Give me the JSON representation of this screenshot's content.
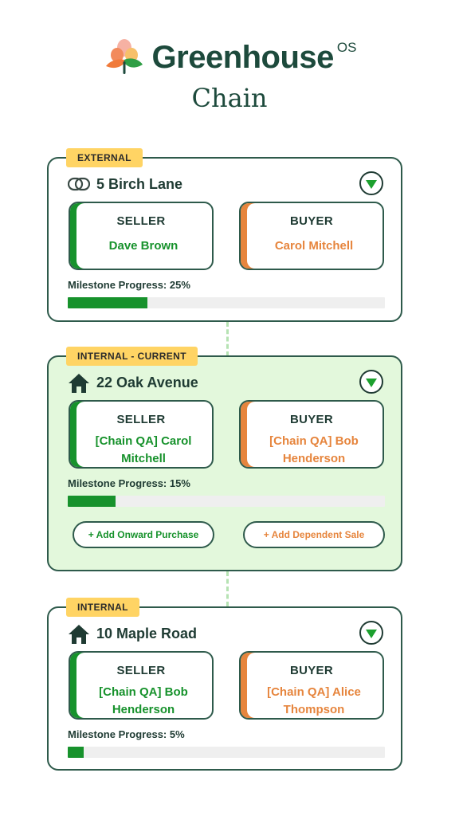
{
  "brand": {
    "name": "Greenhouse",
    "suffix": "OS",
    "logo_icon": "leaf-flower-logo"
  },
  "page": {
    "title": "Chain"
  },
  "colors": {
    "seller_accent": "#17922c",
    "buyer_accent": "#e6853d",
    "tag_bg": "#ffd464",
    "current_bg": "#e3f8dc",
    "progress_fill": "#17922c"
  },
  "chain": [
    {
      "tag": "EXTERNAL",
      "address": "5 Birch Lane",
      "icon": "link-icon",
      "seller_label": "SELLER",
      "seller_name": "Dave Brown",
      "buyer_label": "BUYER",
      "buyer_name": "Carol Mitchell",
      "progress_label": "Milestone Progress: 25%",
      "progress": 0.25
    },
    {
      "tag": "INTERNAL - CURRENT",
      "address": "22 Oak Avenue",
      "icon": "house-icon",
      "seller_label": "SELLER",
      "seller_name": "[Chain QA] Carol Mitchell",
      "buyer_label": "BUYER",
      "buyer_name": "[Chain QA] Bob Henderson",
      "progress_label": "Milestone Progress: 15%",
      "progress": 0.15,
      "actions": {
        "onward": "+ Add Onward Purchase",
        "dependent": "+ Add Dependent Sale"
      }
    },
    {
      "tag": "INTERNAL",
      "address": "10 Maple Road",
      "icon": "house-icon",
      "seller_label": "SELLER",
      "seller_name": "[Chain QA] Bob Henderson",
      "buyer_label": "BUYER",
      "buyer_name": "[Chain QA] Alice Thompson",
      "progress_label": "Milestone Progress: 5%",
      "progress": 0.05
    }
  ]
}
